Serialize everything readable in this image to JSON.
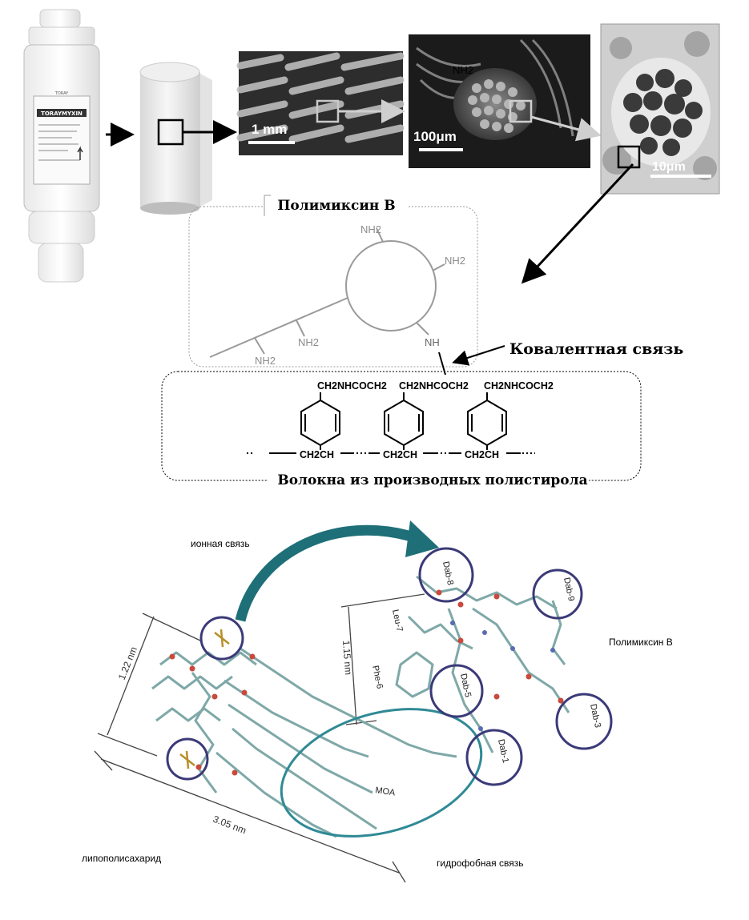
{
  "top_panel": {
    "cartridge_label": "TORAYMYXIN",
    "cartridge_brand": "TORAY",
    "scale_1mm": "1 mm",
    "scale_100um": "100μm",
    "scale_10um": "10μm",
    "sem_nh2": "NH2",
    "polymyxin_title": "Полимиксин В",
    "nh2_label": "NH2",
    "nh_label": "NH",
    "covalent_label": "Ковалентная связь",
    "formula_top": [
      "CH2NHCOCH2",
      "CH2NHCOCH2",
      "CH2NHCOCH2"
    ],
    "formula_bottom": [
      "CH2CH",
      "CH2CH",
      "CH2CH"
    ],
    "fiber_title": "Волокна из производных полистирола"
  },
  "bottom_panel": {
    "ionic_label": "ионная связь",
    "polymyxin_label": "Полимиксин В",
    "lps_label": "липополисахарид",
    "hydrophobic_label": "гидрофобная связь",
    "dim_122": "1.22 nm",
    "dim_115": "1.15 nm",
    "dim_305": "3.05 nm",
    "residues": [
      "Dab-8",
      "Dab-9",
      "Leu-7",
      "Phe-6",
      "Dab-5",
      "Dab-3",
      "Dab-1",
      "MOA"
    ]
  },
  "colors": {
    "arrow_teal": "#1e6f78",
    "circle_navy": "#3b3a78",
    "hydrophobic_ellipse": "#2f8a95",
    "gray_line": "#9a9a9a"
  }
}
